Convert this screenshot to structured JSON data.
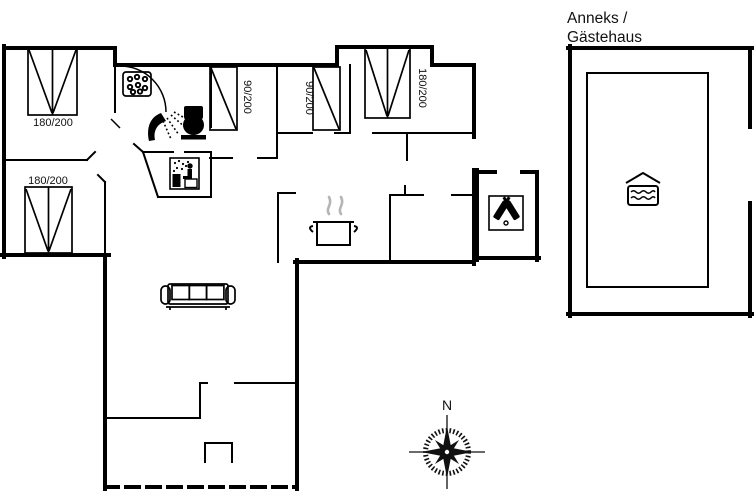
{
  "plan": {
    "background": "#ffffff",
    "colors": {
      "walls": "#000000",
      "icon_ink": "#000000",
      "steam": "#b5b5b5"
    },
    "annex": {
      "line1": "Anneks /",
      "line2": "Gästehaus"
    },
    "compass": {
      "label": "N"
    },
    "beds": [
      {
        "room": "bedroom-top-left",
        "size": "180/200"
      },
      {
        "room": "bedroom-inner-left",
        "size": "90/200"
      },
      {
        "room": "bedroom-inner-middle",
        "size": "90/200"
      },
      {
        "room": "bedroom-top-middle",
        "size": "180/200"
      },
      {
        "room": "bedroom-bottom-left",
        "size": "180/200"
      }
    ],
    "icons": {
      "bathroom": [
        "whirlpool-icon",
        "shower-icon",
        "toilet-icon"
      ],
      "sauna_room": [
        "sauna-icon"
      ],
      "kitchen": [
        "cooking-pot-icon"
      ],
      "living_room": [
        "sofa-icon",
        "fireplace-icon"
      ],
      "storage_room": [
        "bottles-icon"
      ],
      "annex": [
        "hot-tub-icon"
      ],
      "site": [
        "compass-rose-icon"
      ]
    }
  }
}
